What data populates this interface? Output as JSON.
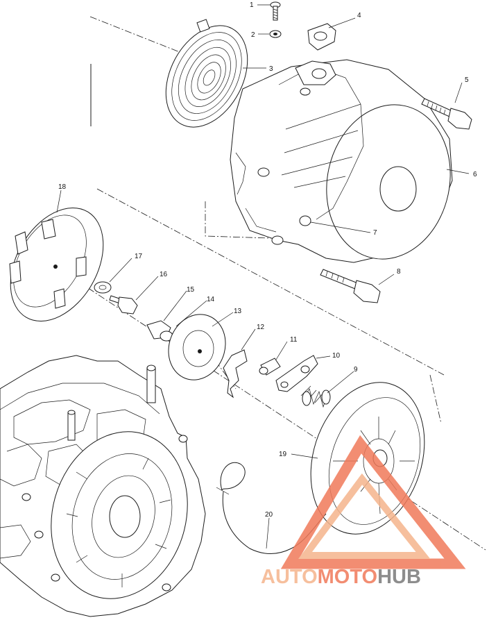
{
  "diagram": {
    "callouts": [
      "1",
      "2",
      "3",
      "4",
      "5",
      "6",
      "7",
      "8",
      "9",
      "10",
      "11",
      "12",
      "13",
      "14",
      "15",
      "16",
      "17",
      "18",
      "19",
      "20"
    ]
  },
  "watermark": {
    "part1": "AUTO",
    "part2": "MOTO",
    "part3": "HUB",
    "color_primary": "#f07a5a",
    "color_secondary": "#f5b48c",
    "color_dark": "#7a7a7a"
  }
}
